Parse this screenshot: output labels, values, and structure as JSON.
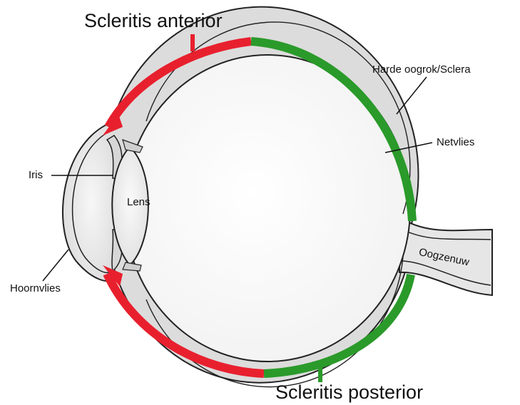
{
  "titles": {
    "anterior": "Scleritis anterior",
    "posterior": "Scleritis posterior"
  },
  "labels": {
    "sclera": "Harde oogrok/Sclera",
    "netvlies": "Netvlies",
    "iris": "Iris",
    "lens": "Lens",
    "oogzenuw": "Oogzenuw",
    "hoornvlies": "Hoornvlies"
  },
  "colors": {
    "anterior": "#e8202e",
    "posterior": "#2a9a2a",
    "outline": "#222222",
    "tissue": "#e2e2e2"
  }
}
